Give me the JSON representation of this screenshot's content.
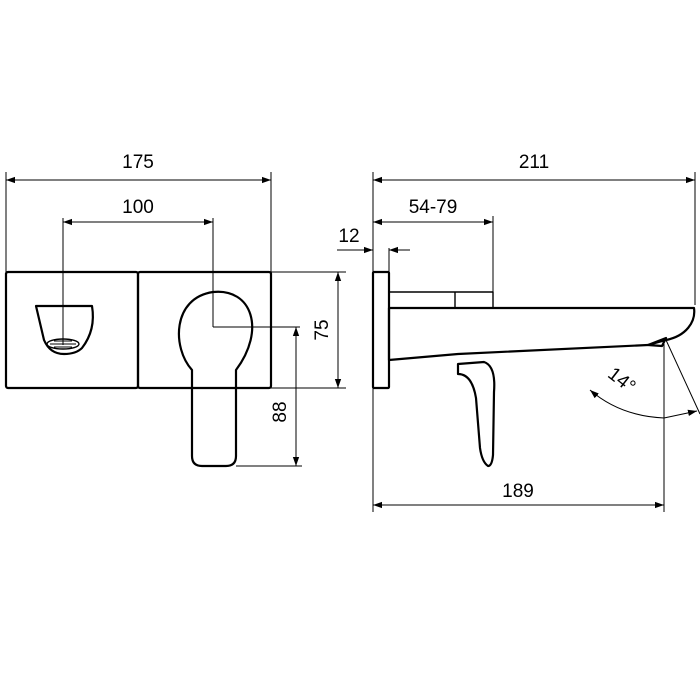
{
  "front_view": {
    "width_total": "175",
    "spacing": "100",
    "height_plate": "75",
    "height_lever": "88"
  },
  "side_view": {
    "length_total": "211",
    "wall_depth": "54-79",
    "plate_thickness": "12",
    "length_spout": "189",
    "spout_angle": "14°"
  }
}
